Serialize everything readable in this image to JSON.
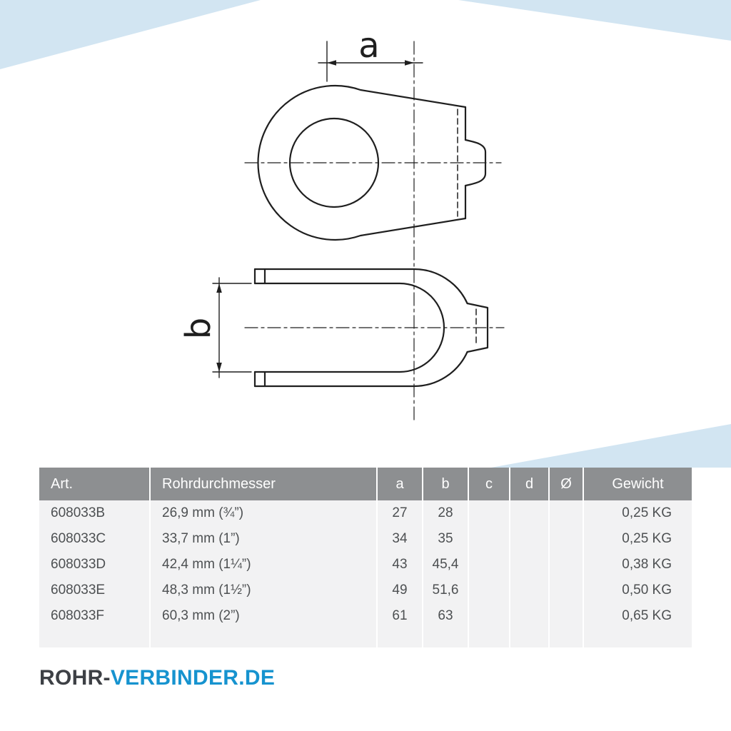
{
  "drawing": {
    "dimension_a_label": "a",
    "dimension_b_label": "b"
  },
  "table": {
    "headers": {
      "art": "Art.",
      "rohrdurchmesser": "Rohrdurchmesser",
      "a": "a",
      "b": "b",
      "c": "c",
      "d": "d",
      "diameter": "Ø",
      "gewicht": "Gewicht"
    },
    "rows": [
      {
        "art": "608033B",
        "rohrdurchmesser": "26,9 mm (¾”)",
        "a": "27",
        "b": "28",
        "c": "",
        "d": "",
        "diameter": "",
        "gewicht": "0,25 KG"
      },
      {
        "art": "608033C",
        "rohrdurchmesser": "33,7 mm (1”)",
        "a": "34",
        "b": "35",
        "c": "",
        "d": "",
        "diameter": "",
        "gewicht": "0,25 KG"
      },
      {
        "art": "608033D",
        "rohrdurchmesser": "42,4 mm (1¼”)",
        "a": "43",
        "b": "45,4",
        "c": "",
        "d": "",
        "diameter": "",
        "gewicht": "0,38 KG"
      },
      {
        "art": "608033E",
        "rohrdurchmesser": "48,3 mm (1½”)",
        "a": "49",
        "b": "51,6",
        "c": "",
        "d": "",
        "diameter": "",
        "gewicht": "0,50 KG"
      },
      {
        "art": "608033F",
        "rohrdurchmesser": "60,3 mm (2”)",
        "a": "61",
        "b": "63",
        "c": "",
        "d": "",
        "diameter": "",
        "gewicht": "0,65 KG"
      }
    ]
  },
  "footer": {
    "logo_text_dark": "ROHR-",
    "logo_text_blue": "VERBINDER.DE"
  },
  "colors": {
    "accent_blue": "#1693cf",
    "decorative_light_blue": "#d2e5f2",
    "table_header_gray": "#8d8f91",
    "table_body_gray": "#f2f2f3"
  }
}
